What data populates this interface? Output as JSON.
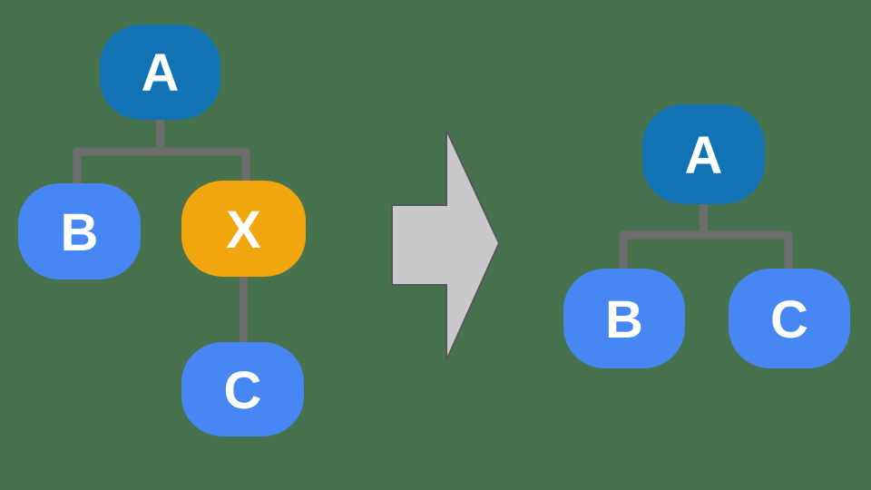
{
  "colors": {
    "background": "#48724e",
    "node_root": "#1173b4",
    "node_child": "#4787f4",
    "node_removed": "#f2a60d",
    "connector": "#6d6d6d",
    "arrow_fill": "#c9c9c9",
    "arrow_stroke": "#55565a",
    "label_text": "#ffffff"
  },
  "diagram": {
    "before": {
      "nodes": [
        {
          "id": "A",
          "label": "A",
          "role": "root"
        },
        {
          "id": "B",
          "label": "B",
          "role": "child"
        },
        {
          "id": "X",
          "label": "X",
          "role": "intermediate-highlighted"
        },
        {
          "id": "C",
          "label": "C",
          "role": "grandchild"
        }
      ],
      "edges": [
        "A-B",
        "A-X",
        "X-C"
      ]
    },
    "after": {
      "nodes": [
        {
          "id": "A",
          "label": "A",
          "role": "root"
        },
        {
          "id": "B",
          "label": "B",
          "role": "child"
        },
        {
          "id": "C",
          "label": "C",
          "role": "child"
        }
      ],
      "edges": [
        "A-B",
        "A-C"
      ]
    },
    "arrow": {
      "icon": "right-block-arrow"
    }
  }
}
